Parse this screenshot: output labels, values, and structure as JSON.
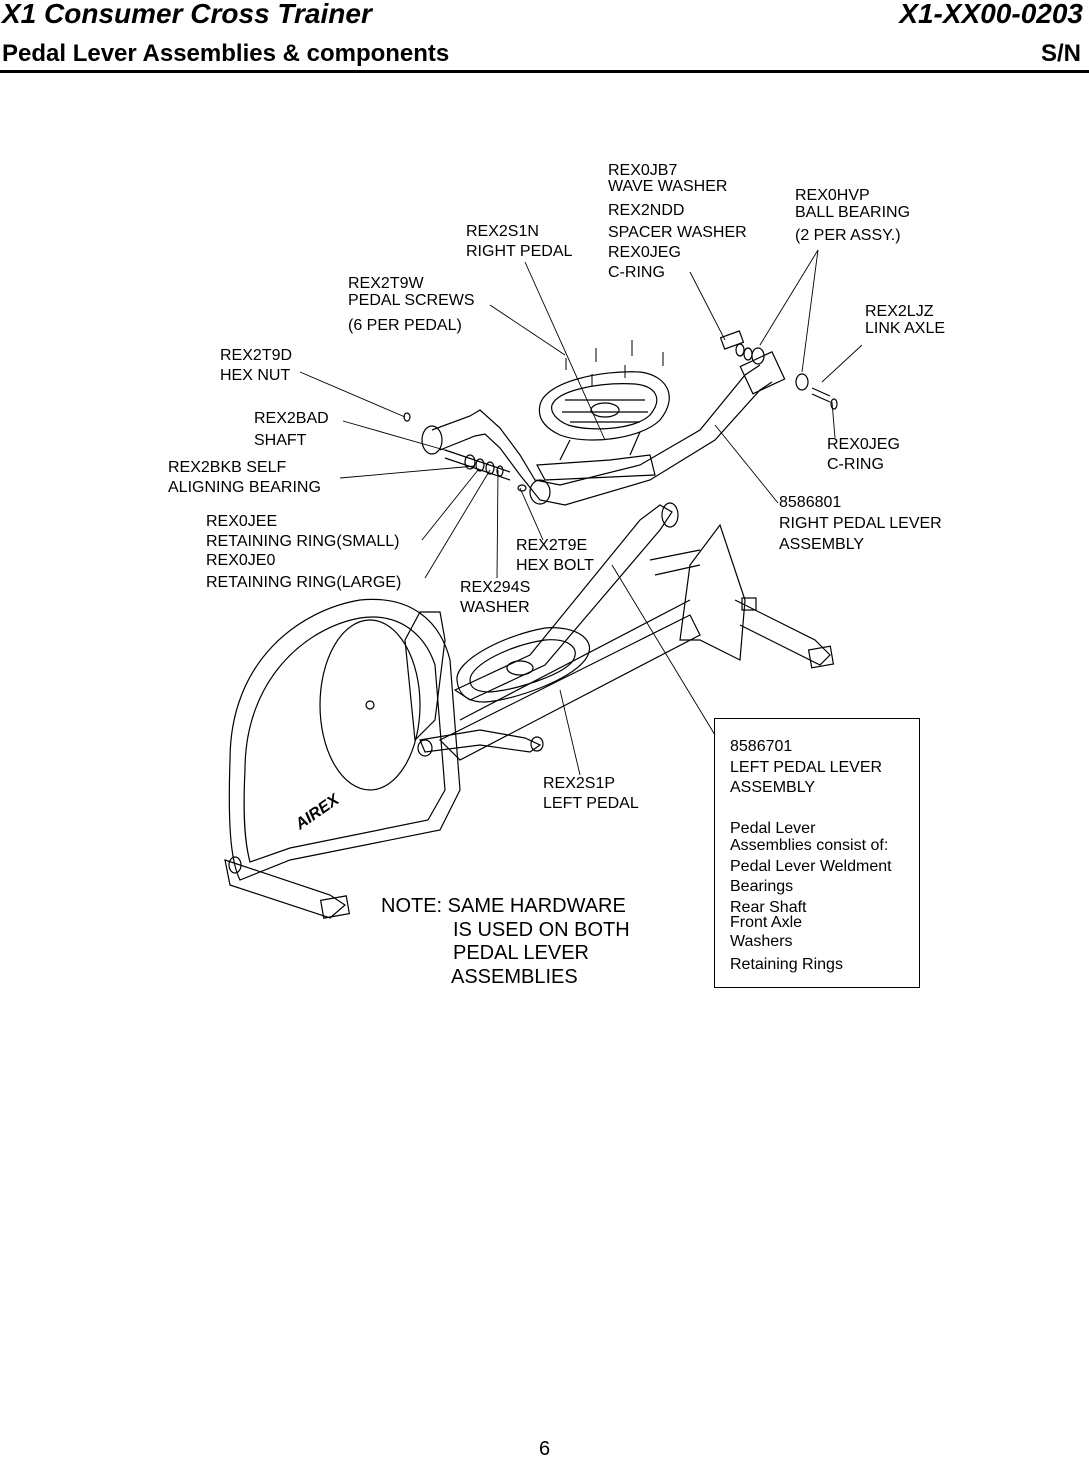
{
  "header": {
    "title": "X1 Consumer Cross Trainer",
    "doc_number": "X1-XX00-0203",
    "subtitle": "Pedal Lever Assemblies & components",
    "serial": "S/N"
  },
  "parts": {
    "rex0jb7": {
      "code": "REX0JB7",
      "name": "WAVE WASHER"
    },
    "rex2ndd": {
      "code": "REX2NDD",
      "name": "SPACER WASHER"
    },
    "rex0jeg_top": {
      "code": "REX0JEG",
      "name": "C-RING"
    },
    "rex0hvp": {
      "code": "REX0HVP",
      "name": "BALL BEARING",
      "qty": "(2 PER ASSY.)"
    },
    "rex2s1n": {
      "code": "REX2S1N",
      "name": "RIGHT PEDAL"
    },
    "rex2t9w": {
      "code": "REX2T9W",
      "name": "PEDAL SCREWS",
      "qty": "(6 PER PEDAL)"
    },
    "rex2ljz": {
      "code": "REX2LJZ",
      "name": "LINK AXLE"
    },
    "rex2t9d": {
      "code": "REX2T9D",
      "name": "HEX NUT"
    },
    "rex2bad": {
      "code": "REX2BAD",
      "name": "SHAFT"
    },
    "rex0jeg_right": {
      "code": "REX0JEG",
      "name": "C-RING"
    },
    "rex2bkb": {
      "line1": "REX2BKB SELF",
      "line2": "ALIGNING BEARING"
    },
    "p8586801": {
      "code": "8586801",
      "line1": "RIGHT PEDAL LEVER",
      "line2": "ASSEMBLY"
    },
    "rex0jee": {
      "code": "REX0JEE",
      "name": "RETAINING RING(SMALL)"
    },
    "rex0je0": {
      "code": "REX0JE0",
      "name": "RETAINING RING(LARGE)"
    },
    "rex2t9e": {
      "code": "REX2T9E",
      "name": "HEX BOLT"
    },
    "rex294s": {
      "code": "REX294S",
      "name": "WASHER"
    },
    "rex2s1p": {
      "code": "REX2S1P",
      "name": "LEFT PEDAL"
    }
  },
  "note": {
    "line1": "NOTE: SAME HARDWARE",
    "line2": "IS USED ON BOTH",
    "line3": "PEDAL LEVER",
    "line4": "ASSEMBLIES"
  },
  "box": {
    "code": "8586701",
    "line1": "LEFT PEDAL LEVER",
    "line2": "ASSEMBLY",
    "consist1": "Pedal Lever",
    "consist2": "Assemblies consist of:",
    "items": [
      "Pedal Lever Weldment",
      "Bearings",
      "Rear Shaft",
      "Front Axle",
      "Washers",
      "Retaining Rings"
    ]
  },
  "footer": {
    "page": "6"
  }
}
